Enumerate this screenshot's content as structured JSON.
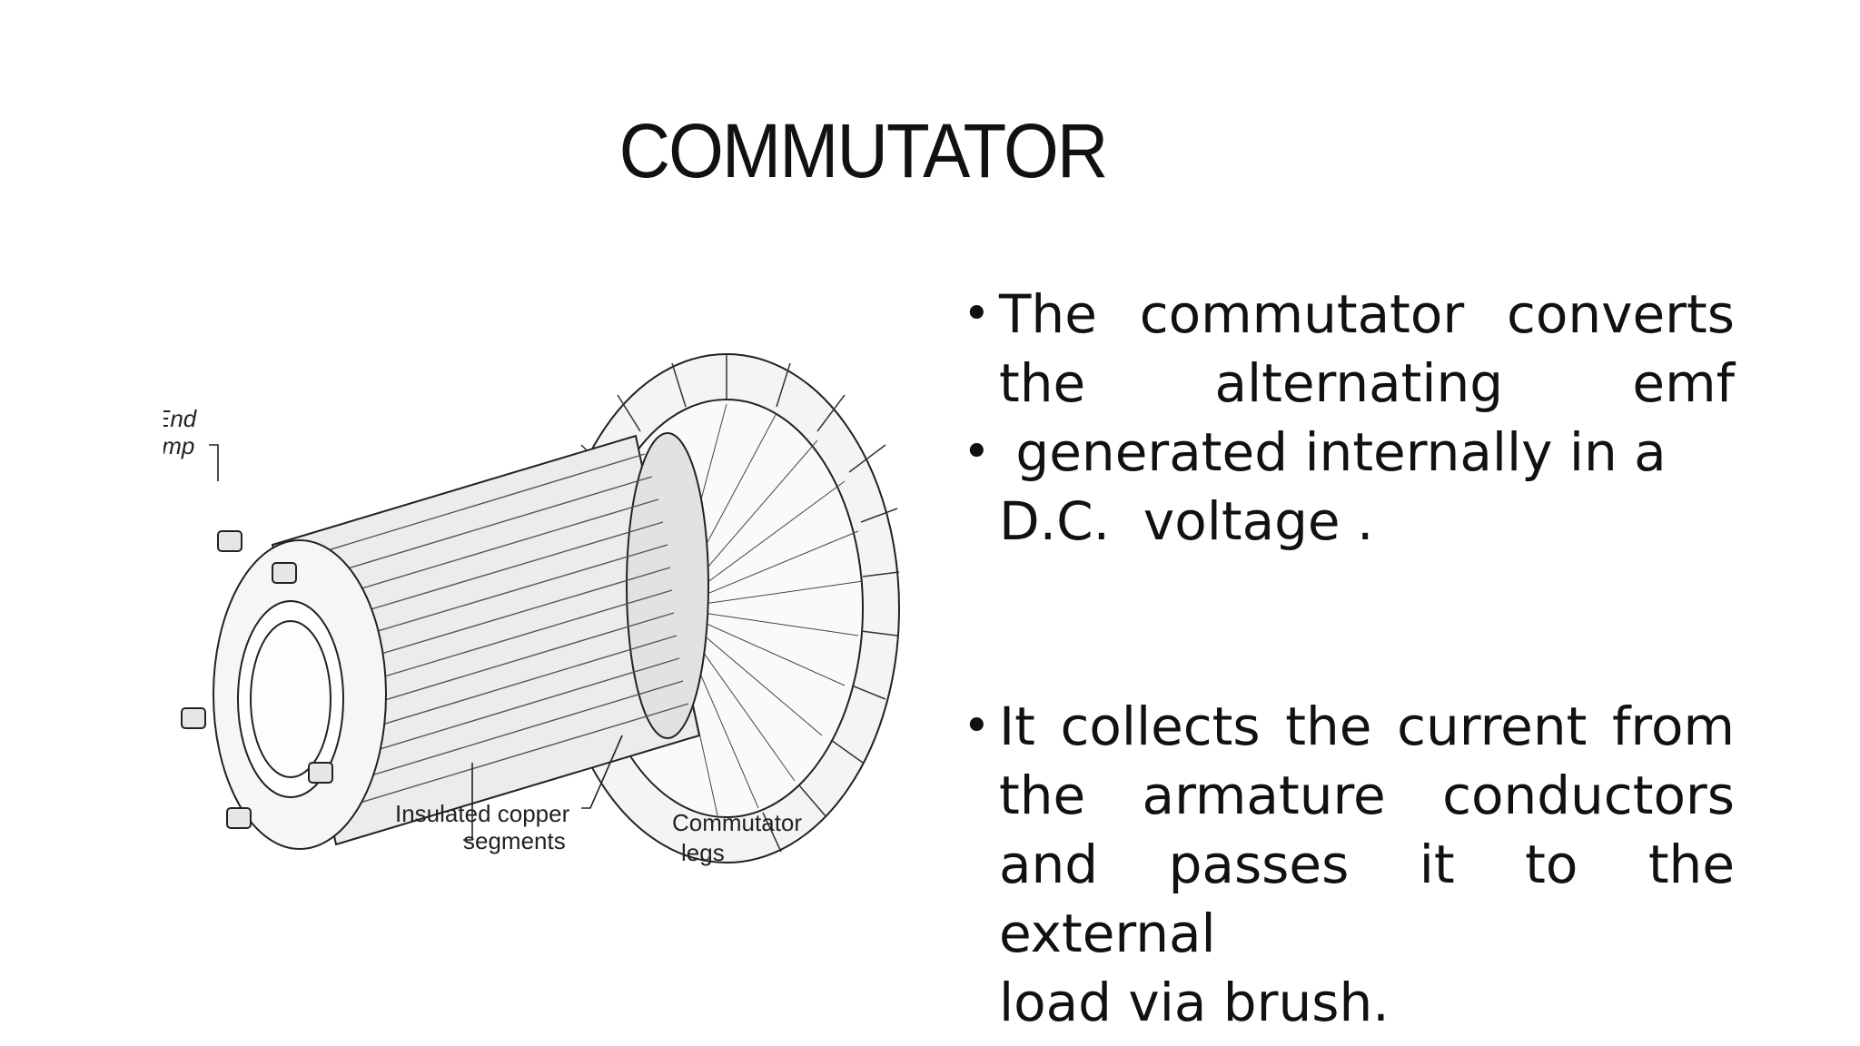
{
  "slide": {
    "title": "COMMUTATOR",
    "bullets": [
      {
        "lines": [
          "The commutator converts",
          "the alternating emf"
        ]
      },
      {
        "lines": [
          " generated internally in a",
          "D.C.  voltage ."
        ]
      },
      {
        "lines": [
          "It collects the current from",
          "the armature conductors",
          "and passes it to the external",
          "load via brush."
        ]
      }
    ],
    "diagram_labels": {
      "end_clamp_1": "End",
      "end_clamp_2": "clamp",
      "segments_1": "Insulated copper",
      "segments_2": "segments",
      "legs_1": "Commutator",
      "legs_2": "legs"
    },
    "bullet_glyph": "•"
  }
}
